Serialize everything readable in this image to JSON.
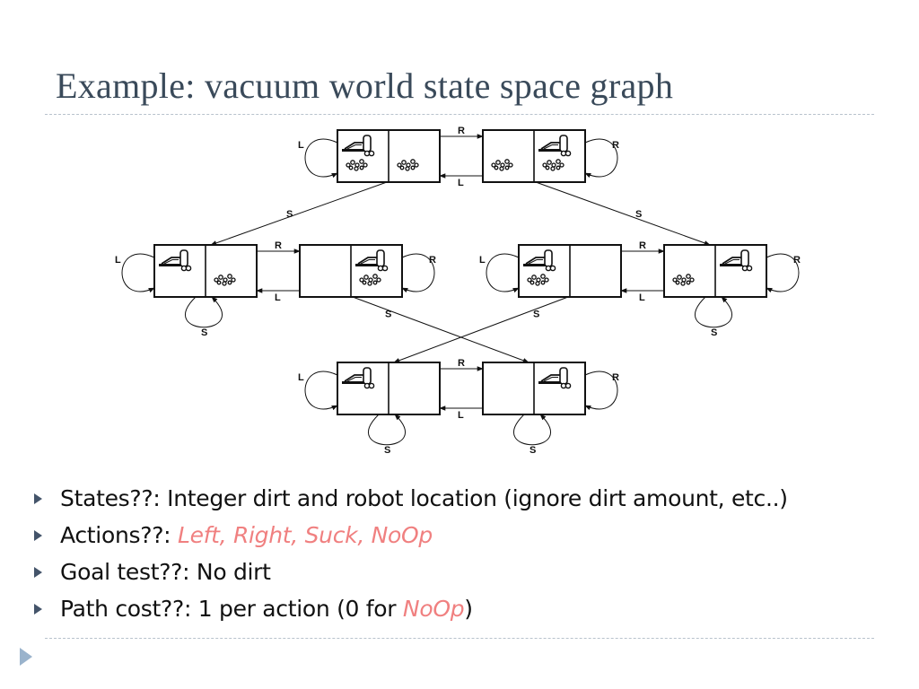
{
  "slide": {
    "title": "Example: vacuum world state space graph"
  },
  "graph": {
    "labels": {
      "left": "L",
      "right": "R",
      "suck": "S"
    },
    "states": [
      {
        "id": "s1",
        "robot": "left",
        "dirt_left": true,
        "dirt_right": true
      },
      {
        "id": "s2",
        "robot": "right",
        "dirt_left": true,
        "dirt_right": true
      },
      {
        "id": "s3",
        "robot": "left",
        "dirt_left": false,
        "dirt_right": true
      },
      {
        "id": "s4",
        "robot": "right",
        "dirt_left": false,
        "dirt_right": true
      },
      {
        "id": "s5",
        "robot": "left",
        "dirt_left": true,
        "dirt_right": false
      },
      {
        "id": "s6",
        "robot": "right",
        "dirt_left": true,
        "dirt_right": false
      },
      {
        "id": "s7",
        "robot": "left",
        "dirt_left": false,
        "dirt_right": false
      },
      {
        "id": "s8",
        "robot": "right",
        "dirt_left": false,
        "dirt_right": false
      }
    ],
    "edges": [
      {
        "from": "s1",
        "to": "s2",
        "action": "R"
      },
      {
        "from": "s2",
        "to": "s1",
        "action": "L"
      },
      {
        "from": "s1",
        "to": "s3",
        "action": "S"
      },
      {
        "from": "s2",
        "to": "s6",
        "action": "S"
      },
      {
        "from": "s3",
        "to": "s4",
        "action": "R"
      },
      {
        "from": "s4",
        "to": "s3",
        "action": "L"
      },
      {
        "from": "s5",
        "to": "s6",
        "action": "R"
      },
      {
        "from": "s6",
        "to": "s5",
        "action": "L"
      },
      {
        "from": "s4",
        "to": "s8",
        "action": "S"
      },
      {
        "from": "s5",
        "to": "s7",
        "action": "S"
      },
      {
        "from": "s7",
        "to": "s8",
        "action": "R"
      },
      {
        "from": "s8",
        "to": "s7",
        "action": "L"
      },
      {
        "from": "s1",
        "to": "s1",
        "action": "L"
      },
      {
        "from": "s2",
        "to": "s2",
        "action": "R"
      },
      {
        "from": "s3",
        "to": "s3",
        "action": "L"
      },
      {
        "from": "s3",
        "to": "s3",
        "action": "S"
      },
      {
        "from": "s4",
        "to": "s4",
        "action": "R"
      },
      {
        "from": "s5",
        "to": "s5",
        "action": "L"
      },
      {
        "from": "s6",
        "to": "s6",
        "action": "R"
      },
      {
        "from": "s6",
        "to": "s6",
        "action": "S"
      },
      {
        "from": "s7",
        "to": "s7",
        "action": "L"
      },
      {
        "from": "s7",
        "to": "s7",
        "action": "S"
      },
      {
        "from": "s8",
        "to": "s8",
        "action": "R"
      },
      {
        "from": "s8",
        "to": "s8",
        "action": "S"
      }
    ]
  },
  "bullets": [
    {
      "label": "States??:",
      "text": " Integer dirt and robot location (ignore dirt amount, etc..)"
    },
    {
      "label": "Actions??:",
      "accent": "Left, Right, Suck, NoOp"
    },
    {
      "label": "Goal test??:",
      "text": "  No dirt"
    },
    {
      "label": "Path cost??:",
      "text": "  1 per action (0 for ",
      "accent": "NoOp",
      "suffix": ")"
    }
  ]
}
